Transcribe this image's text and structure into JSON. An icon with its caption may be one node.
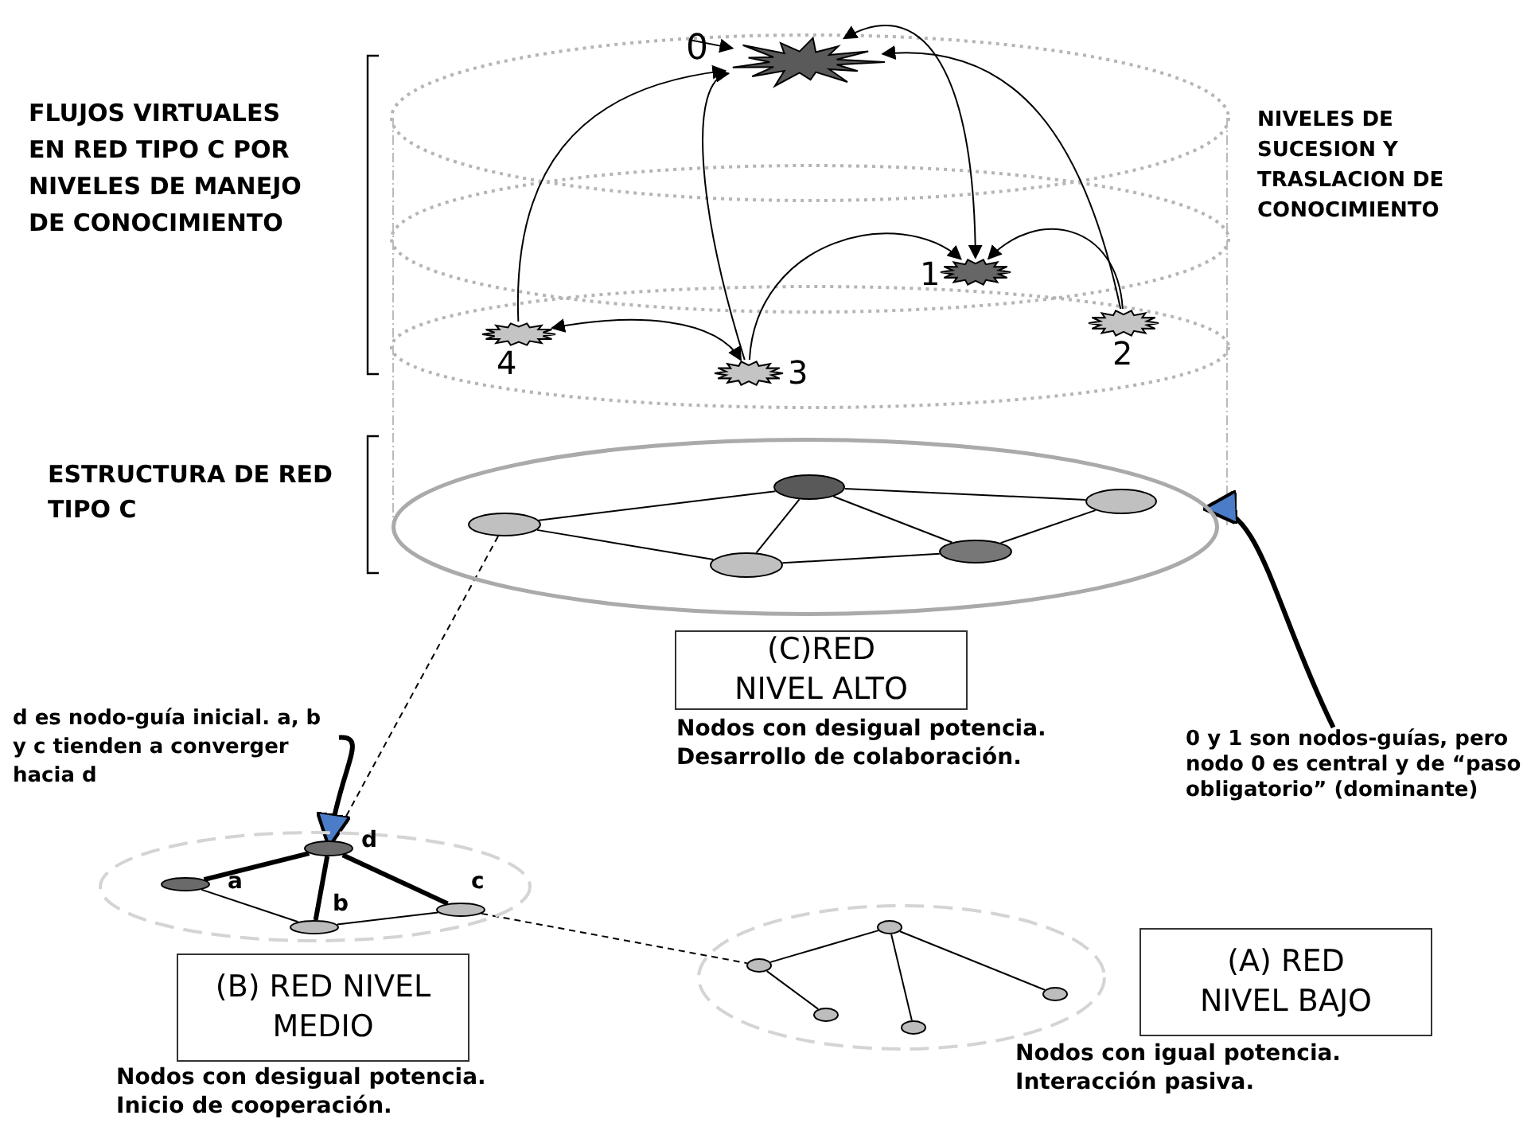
{
  "diagram": {
    "nodes": [
      {
        "text": [
          "0"
        ]
      },
      {
        "text": [
          "1"
        ]
      },
      {
        "text": [
          "2"
        ]
      },
      {
        "text": [
          "3"
        ]
      },
      {
        "text": [
          "4"
        ]
      },
      {
        "text": [],
        "shape": "ellipse"
      },
      {
        "text": [],
        "shape": "ellipse",
        "in": 5
      },
      {
        "text": [],
        "shape": "ellipse",
        "in": 5
      },
      {
        "text": [],
        "shape": "ellipse",
        "in": 5
      },
      {
        "text": [],
        "shape": "ellipse",
        "in": 5
      },
      {
        "text": [],
        "shape": "ellipse",
        "in": 5
      },
      {
        "text": [
          "0 y 1 son nodos-guías, pero nodo 0 es central y de “paso obligatorio” (dominante)"
        ]
      },
      {
        "text": [
          "(C)RED NIVEL ALTO"
        ],
        "beside": [
          "Nodos con desigual potencia.",
          "Desarrollo de colaboración."
        ]
      },
      {
        "text": [
          "d es nodo-guía inicial. a, b y c tienden a converger hacia d"
        ]
      },
      {
        "text": [],
        "shape": "ellipse"
      },
      {
        "text": [
          "d"
        ],
        "in": 14
      },
      {
        "text": [
          "a"
        ],
        "in": 14
      },
      {
        "text": [
          "c"
        ],
        "in": 14
      },
      {
        "text": [
          "b"
        ],
        "in": 14
      },
      {
        "text": [
          "(B) RED NIVEL MEDIO"
        ],
        "beside": [
          "Nodos con desigual potencia.",
          "Inicio de cooperación."
        ]
      },
      {
        "text": [],
        "shape": "ellipse"
      },
      {
        "text": [],
        "shape": "ellipse",
        "in": 20
      },
      {
        "text": [],
        "shape": "ellipse",
        "in": 20
      },
      {
        "text": [],
        "shape": "ellipse",
        "in": 20
      },
      {
        "text": [],
        "shape": "ellipse",
        "in": 20
      },
      {
        "text": [],
        "shape": "ellipse",
        "in": 20
      },
      {
        "text": [
          "(A) RED NIVEL BAJO"
        ],
        "beside": [
          "Nodos con igual potencia.",
          "Interacción pasiva."
        ]
      }
    ],
    "edges": [
      {
        "from": null,
        "to": 0,
        "arrow": "to"
      },
      {
        "from": 4,
        "to": 0,
        "arrow": "to"
      },
      {
        "from": 3,
        "to": 0,
        "arrow": "to"
      },
      {
        "from": 0,
        "to": 1,
        "arrow": "both"
      },
      {
        "from": 2,
        "to": 0,
        "arrow": "to"
      },
      {
        "from": 3,
        "to": 1,
        "arrow": "to"
      },
      {
        "from": 2,
        "to": 1,
        "arrow": "to"
      },
      {
        "from": 4,
        "to": 3,
        "arrow": "both"
      },
      {
        "from": 8,
        "to": 6,
        "arrow": "none"
      },
      {
        "from": 6,
        "to": 7,
        "arrow": "none"
      },
      {
        "from": 6,
        "to": 10,
        "arrow": "none"
      },
      {
        "from": 6,
        "to": 9,
        "arrow": "none"
      },
      {
        "from": 8,
        "to": 10,
        "arrow": "none"
      },
      {
        "from": 10,
        "to": 9,
        "arrow": "none"
      },
      {
        "from": 9,
        "to": 7,
        "arrow": "none"
      },
      {
        "from": 11,
        "to": 5,
        "arrow": "to",
        "style": "thick"
      },
      {
        "from": 8,
        "to": 15,
        "arrow": "none",
        "style": "dashed"
      },
      {
        "from": 13,
        "to": 15,
        "arrow": "to",
        "style": "thick"
      },
      {
        "from": 16,
        "to": 15,
        "arrow": "none",
        "style": "thick"
      },
      {
        "from": 16,
        "to": 18,
        "arrow": "none"
      },
      {
        "from": 15,
        "to": 18,
        "arrow": "none",
        "style": "thick"
      },
      {
        "from": 15,
        "to": 17,
        "arrow": "none",
        "style": "thick"
      },
      {
        "from": 18,
        "to": 17,
        "arrow": "none"
      },
      {
        "from": 17,
        "to": 22,
        "arrow": "none",
        "style": "dashed"
      },
      {
        "from": 22,
        "to": 21,
        "arrow": "none"
      },
      {
        "from": 22,
        "to": 24,
        "arrow": "none"
      },
      {
        "from": 21,
        "to": 25,
        "arrow": "none"
      },
      {
        "from": 21,
        "to": 23,
        "arrow": "none"
      }
    ],
    "labels": [
      "FLUJOS VIRTUALES EN RED TIPO C POR NIVELES DE MANEJO DE CONOCIMIENTO",
      "NIVELES DE SUCESION Y TRASLACION DE CONOCIMIENTO",
      "ESTRUCTURA DE RED TIPO C"
    ]
  }
}
